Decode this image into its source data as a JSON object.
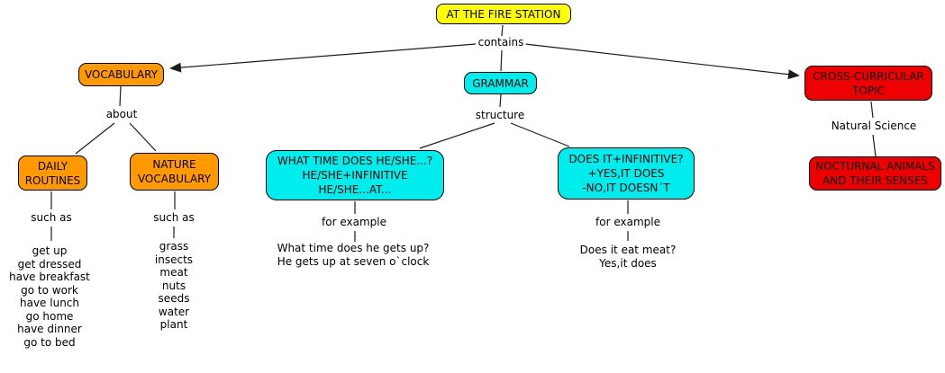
{
  "colors": {
    "node_yellow": "#ffff00",
    "node_orange": "#ff9900",
    "node_cyan": "#00eded",
    "node_red": "#ee0000",
    "line": "#1c1c1c",
    "text": "#000000",
    "background": "#ffffff"
  },
  "map": {
    "root": "AT THE FIRE STATION",
    "links": {
      "contains": "contains",
      "about": "about",
      "such_as_left": "such as",
      "such_as_right": "such as",
      "structure": "structure",
      "for_example_left": "for example",
      "for_example_right": "for example",
      "natural_science": "Natural Science"
    },
    "vocabulary": {
      "title": "VOCABULARY",
      "daily_routines": {
        "title": "DAILY\nROUTINES",
        "items": [
          "get up",
          "get dressed",
          "have breakfast",
          "go to work",
          "have lunch",
          "go home",
          "have dinner",
          "go to bed"
        ]
      },
      "nature_vocabulary": {
        "title": "NATURE\nVOCABULARY",
        "items": [
          "grass",
          "insects",
          "meat",
          "nuts",
          "seeds",
          "water",
          "plant"
        ]
      }
    },
    "grammar": {
      "title": "GRAMMAR",
      "pattern1": {
        "title": "WHAT TIME DOES HE/SHE...?\nHE/SHE+INFINITIVE\nHE/SHE...AT...",
        "example": [
          "What time does he gets up?",
          "He gets up at seven o`clock"
        ]
      },
      "pattern2": {
        "title": "DOES IT+INFINITIVE?\n+YES,IT DOES\n-NO,IT DOESN´T",
        "example": [
          "Does it eat meat?",
          "Yes,it does"
        ]
      }
    },
    "cross_curricular": {
      "title": "CROSS-CURRICULAR\nTOPIC",
      "topic": "NOCTURNAL ANIMALS\nAND THEIR SENSES"
    }
  }
}
